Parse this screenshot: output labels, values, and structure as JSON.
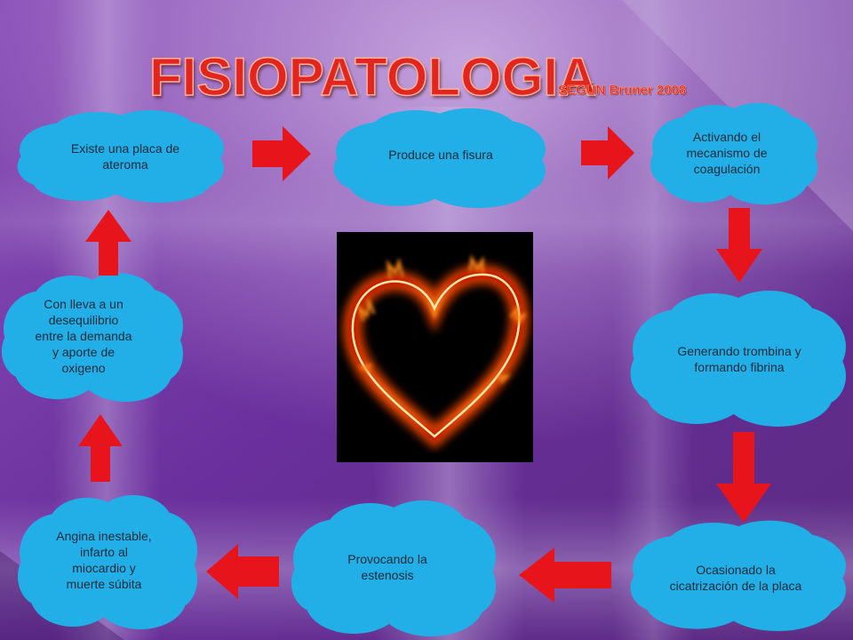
{
  "title": "FISIOPATOLOGIA",
  "subtitle": "SEGÚN Bruner 2008",
  "colors": {
    "cloud": "#22aee6",
    "arrow": "#e8141c",
    "title": "#e0261f",
    "background": "#5e2c8e"
  },
  "nodes": [
    {
      "id": "placa",
      "text": "Existe una placa de ateroma"
    },
    {
      "id": "fisura",
      "text": "Produce una fisura"
    },
    {
      "id": "coagulacion",
      "text": "Activando el mecanismo de coagulación"
    },
    {
      "id": "trombina",
      "text": "Generando trombina y formando fibrina"
    },
    {
      "id": "cicatrizacion",
      "text": "Ocasionado la cicatrización de la placa"
    },
    {
      "id": "estenosis",
      "text": "Provocando  la estenosis"
    },
    {
      "id": "angina",
      "text": "Angina inestable, infarto al miocardio y muerte súbita"
    },
    {
      "id": "desequilibrio",
      "text": "Con lleva a un desequilibrio entre la demanda y aporte de oxigeno"
    }
  ],
  "image": {
    "icon": "flaming-heart-icon"
  }
}
